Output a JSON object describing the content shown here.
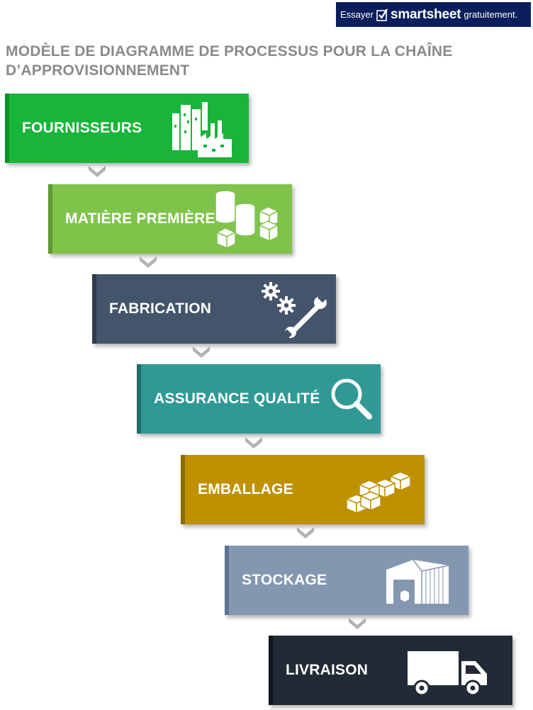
{
  "banner": {
    "prefix": "Essayer",
    "brand": "smartsheet",
    "suffix": "gratuitement."
  },
  "title": {
    "line1": "MODÈLE DE DIAGRAMME DE PROCESSUS POUR LA CHAÎNE",
    "line2": "D’APPROVISIONNEMENT"
  },
  "steps": [
    {
      "label": "FOURNISSEURS",
      "color": "#18b53a",
      "accent": "#0f8f2b",
      "icon": "factory-icon"
    },
    {
      "label": "MATIÈRE PREMIÈRE",
      "color": "#7fc34b",
      "accent": "#5f9a32",
      "icon": "raw-materials-icon"
    },
    {
      "label": "FABRICATION",
      "color": "#44546a",
      "accent": "#2f3b4c",
      "icon": "gears-wrench-icon"
    },
    {
      "label": "ASSURANCE QUALITÉ",
      "color": "#309996",
      "accent": "#1f6f6c",
      "icon": "magnifier-icon"
    },
    {
      "label": "EMBALLAGE",
      "color": "#bf9000",
      "accent": "#8f6a00",
      "icon": "packages-icon"
    },
    {
      "label": "STOCKAGE",
      "color": "#8497b0",
      "accent": "#5f7390",
      "icon": "warehouse-icon"
    },
    {
      "label": "LIVRAISON",
      "color": "#222a35",
      "accent": "#12171e",
      "icon": "truck-icon"
    }
  ],
  "connector_color": "#b3b3b3"
}
